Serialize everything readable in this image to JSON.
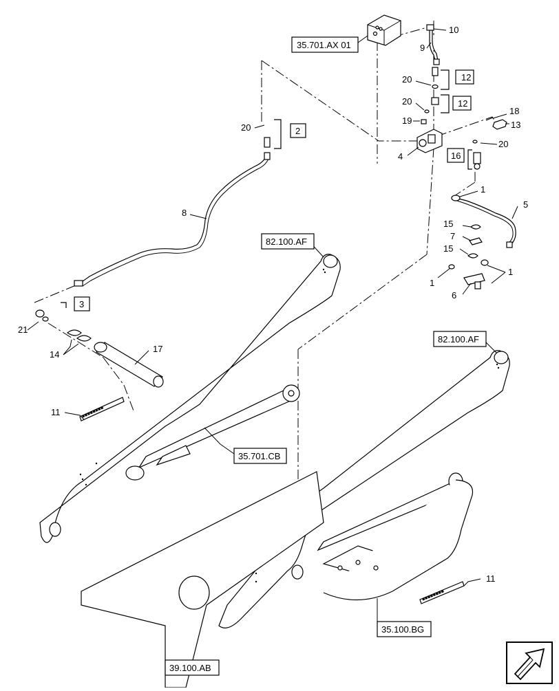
{
  "diagram": {
    "callouts": {
      "c10": "10",
      "c9": "9",
      "c12a": "12",
      "c20a": "20",
      "c12b": "12",
      "c20b": "20",
      "c19": "19",
      "c18": "18",
      "c13": "13",
      "c4": "4",
      "c16": "16",
      "c20c": "20",
      "c1a": "1",
      "c5": "5",
      "c15a": "15",
      "c7": "7",
      "c15b": "15",
      "c1b": "1",
      "c1c": "1",
      "c6": "6",
      "c20d": "20",
      "c2": "2",
      "c8": "8",
      "c3": "3",
      "c21": "21",
      "c14": "14",
      "c17": "17",
      "c11a": "11",
      "c11b": "11"
    },
    "refs": {
      "r_ax01": "35.701.AX 01",
      "r_af1": "82.100.AF",
      "r_af2": "82.100.AF",
      "r_cb": "35.701.CB",
      "r_bg": "35.100.BG",
      "r_ab": "39.100.AB"
    },
    "decal_text": "■■■■■■■■",
    "icons": [
      "direction-arrow-icon"
    ]
  }
}
